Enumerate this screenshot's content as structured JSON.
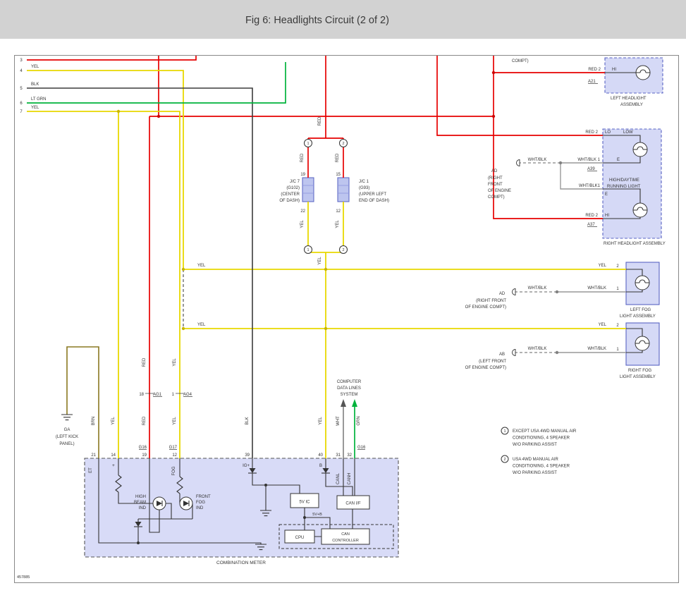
{
  "colors": {
    "red": "#e60000",
    "yellow": "#e8d800",
    "green": "#00b33c",
    "black_wire": "#3c3c3c",
    "brown": "#8a7820",
    "gray": "#999999",
    "component_fill": "#d5d9f6",
    "component_border": "#5964c4",
    "header_bg": "#d2d2d2"
  },
  "header": {
    "title": "Fig 6: Headlights Circuit (2 of 2)"
  },
  "left_edge": {
    "n3": "3",
    "n4": "4",
    "l4": "YEL",
    "n5": "5",
    "l5": "BLK",
    "n6": "6",
    "l6": "LT GRN",
    "n7": "7",
    "l7": "YEL"
  },
  "top_note": {
    "compt": "COMPT)"
  },
  "jc": {
    "feed_wire": "RED",
    "out_wire": "YEL",
    "left": {
      "pin_top": "19",
      "wire_top": "RED",
      "name": "J/C 7",
      "code": "(G102)",
      "loc1": "(CENTER",
      "loc2": "OF DASH)",
      "pin_bot": "22",
      "wire_bot": "YEL"
    },
    "right": {
      "pin_top": "15",
      "wire_top": "RED",
      "name": "J/C 1",
      "code": "(G93)",
      "loc1": "(UPPER LEFT",
      "loc2": "END OF DASH)",
      "pin_bot": "12",
      "wire_bot": "YEL"
    }
  },
  "options": {
    "o1": "1",
    "o2": "2"
  },
  "hl_left": {
    "wire": "RED 2",
    "conn": "A21",
    "term": "HI",
    "cap1": "LEFT HEADLIGHT",
    "cap2": "ASSEMBLY"
  },
  "hl_right": {
    "low_wire": "RED 2",
    "low_term": "LO",
    "bulb_low": "LOW",
    "gnd1_left": "WHT/BLK",
    "gnd1_wire": "WHT/BLK 1",
    "gnd1_conn": "A39",
    "e1": "E",
    "drl1": "HIGH/DAYTIME",
    "drl2": "RUNNING LIGHT",
    "gnd2_wire": "WHT/BLK1",
    "e2": "E",
    "hi_wire": "RED 2",
    "hi_conn": "A37",
    "hi_term": "HI",
    "cap": "RIGHT HEADLIGHT ASSEMBLY",
    "ad": "AD",
    "ad1": "(RIGHT",
    "ad2": "FRONT",
    "ad3": "OF ENGINE",
    "ad4": "COMPT)"
  },
  "fog_left": {
    "wire_l": "YEL",
    "wire_r": "YEL",
    "pin2": "2",
    "gnd_l": "WHT/BLK",
    "gnd_r": "WHT/BLK",
    "pin1": "1",
    "conn": "AD",
    "loc1": "(RIGHT FRONT",
    "loc2": "OF ENGINE COMPT)",
    "cap1": "LEFT FOG",
    "cap2": "LIGHT ASSEMBLY"
  },
  "fog_right": {
    "wire_l": "YEL",
    "wire_r": "YEL",
    "pin2": "2",
    "gnd_l": "WHT/BLK",
    "gnd_r": "WHT/BLK",
    "pin1": "1",
    "conn": "AB",
    "loc1": "(LEFT FRONT",
    "loc2": "OF ENGINE COMPT)",
    "cap1": "RIGHT FOG",
    "cap2": "LIGHT ASSEMBLY"
  },
  "ga": {
    "code": "GA",
    "loc1": "(LEFT KICK",
    "loc2": "PANEL)"
  },
  "can_sys": {
    "l1": "COMPUTER",
    "l2": "DATA LINES",
    "l3": "SYSTEM"
  },
  "wire_labels": {
    "brn": "BRN",
    "yel14": "YEL",
    "red19_hi": "RED",
    "red19_lo": "RED",
    "yel12_hi": "YEL",
    "yel12_lo": "YEL",
    "blk39": "BLK",
    "yel40": "YEL",
    "wht31": "WHT",
    "grn32": "GRN"
  },
  "inline_conn": {
    "red_pin": "18",
    "red_conn": "AG1",
    "yel_pin": "1",
    "yel_conn": "AG4"
  },
  "meter": {
    "cap": "COMBINATION METER",
    "g16a": "G16",
    "g17": "G17",
    "g16b": "G16",
    "p21": "21",
    "p14": "14",
    "p19": "19",
    "p12": "12",
    "p39": "39",
    "p40": "40",
    "p31": "31",
    "p32": "32",
    "et": "ET",
    "plus": "+",
    "fog": "FOG",
    "ig": "IG+",
    "b": "B",
    "canl": "CANL",
    "canh": "CANH",
    "hb1": "HIGH",
    "hb2": "BEAM",
    "hb3": "IND",
    "ff1": "FRONT",
    "ff2": "FOG",
    "ff3": "IND",
    "ic": "5V IC",
    "canif": "CAN I/F",
    "v5b": "5V+B",
    "cpu": "CPU",
    "cc1": "CAN",
    "cc2": "CONTROLLER"
  },
  "notes": {
    "n1": "1",
    "n1l1": "EXCEPT USA 4WD MANUAL AIR",
    "n1l2": "CONDITIONING, 4 SPEAKER",
    "n1l3": "W/O PARKING ASSIST",
    "n2": "2",
    "n2l1": "USA 4WD MANUAL AIR",
    "n2l2": "CONDITIONING, 4 SPEAKER",
    "n2l3": "W/O PARKING ASSIST"
  },
  "footer": {
    "code": "457885"
  }
}
